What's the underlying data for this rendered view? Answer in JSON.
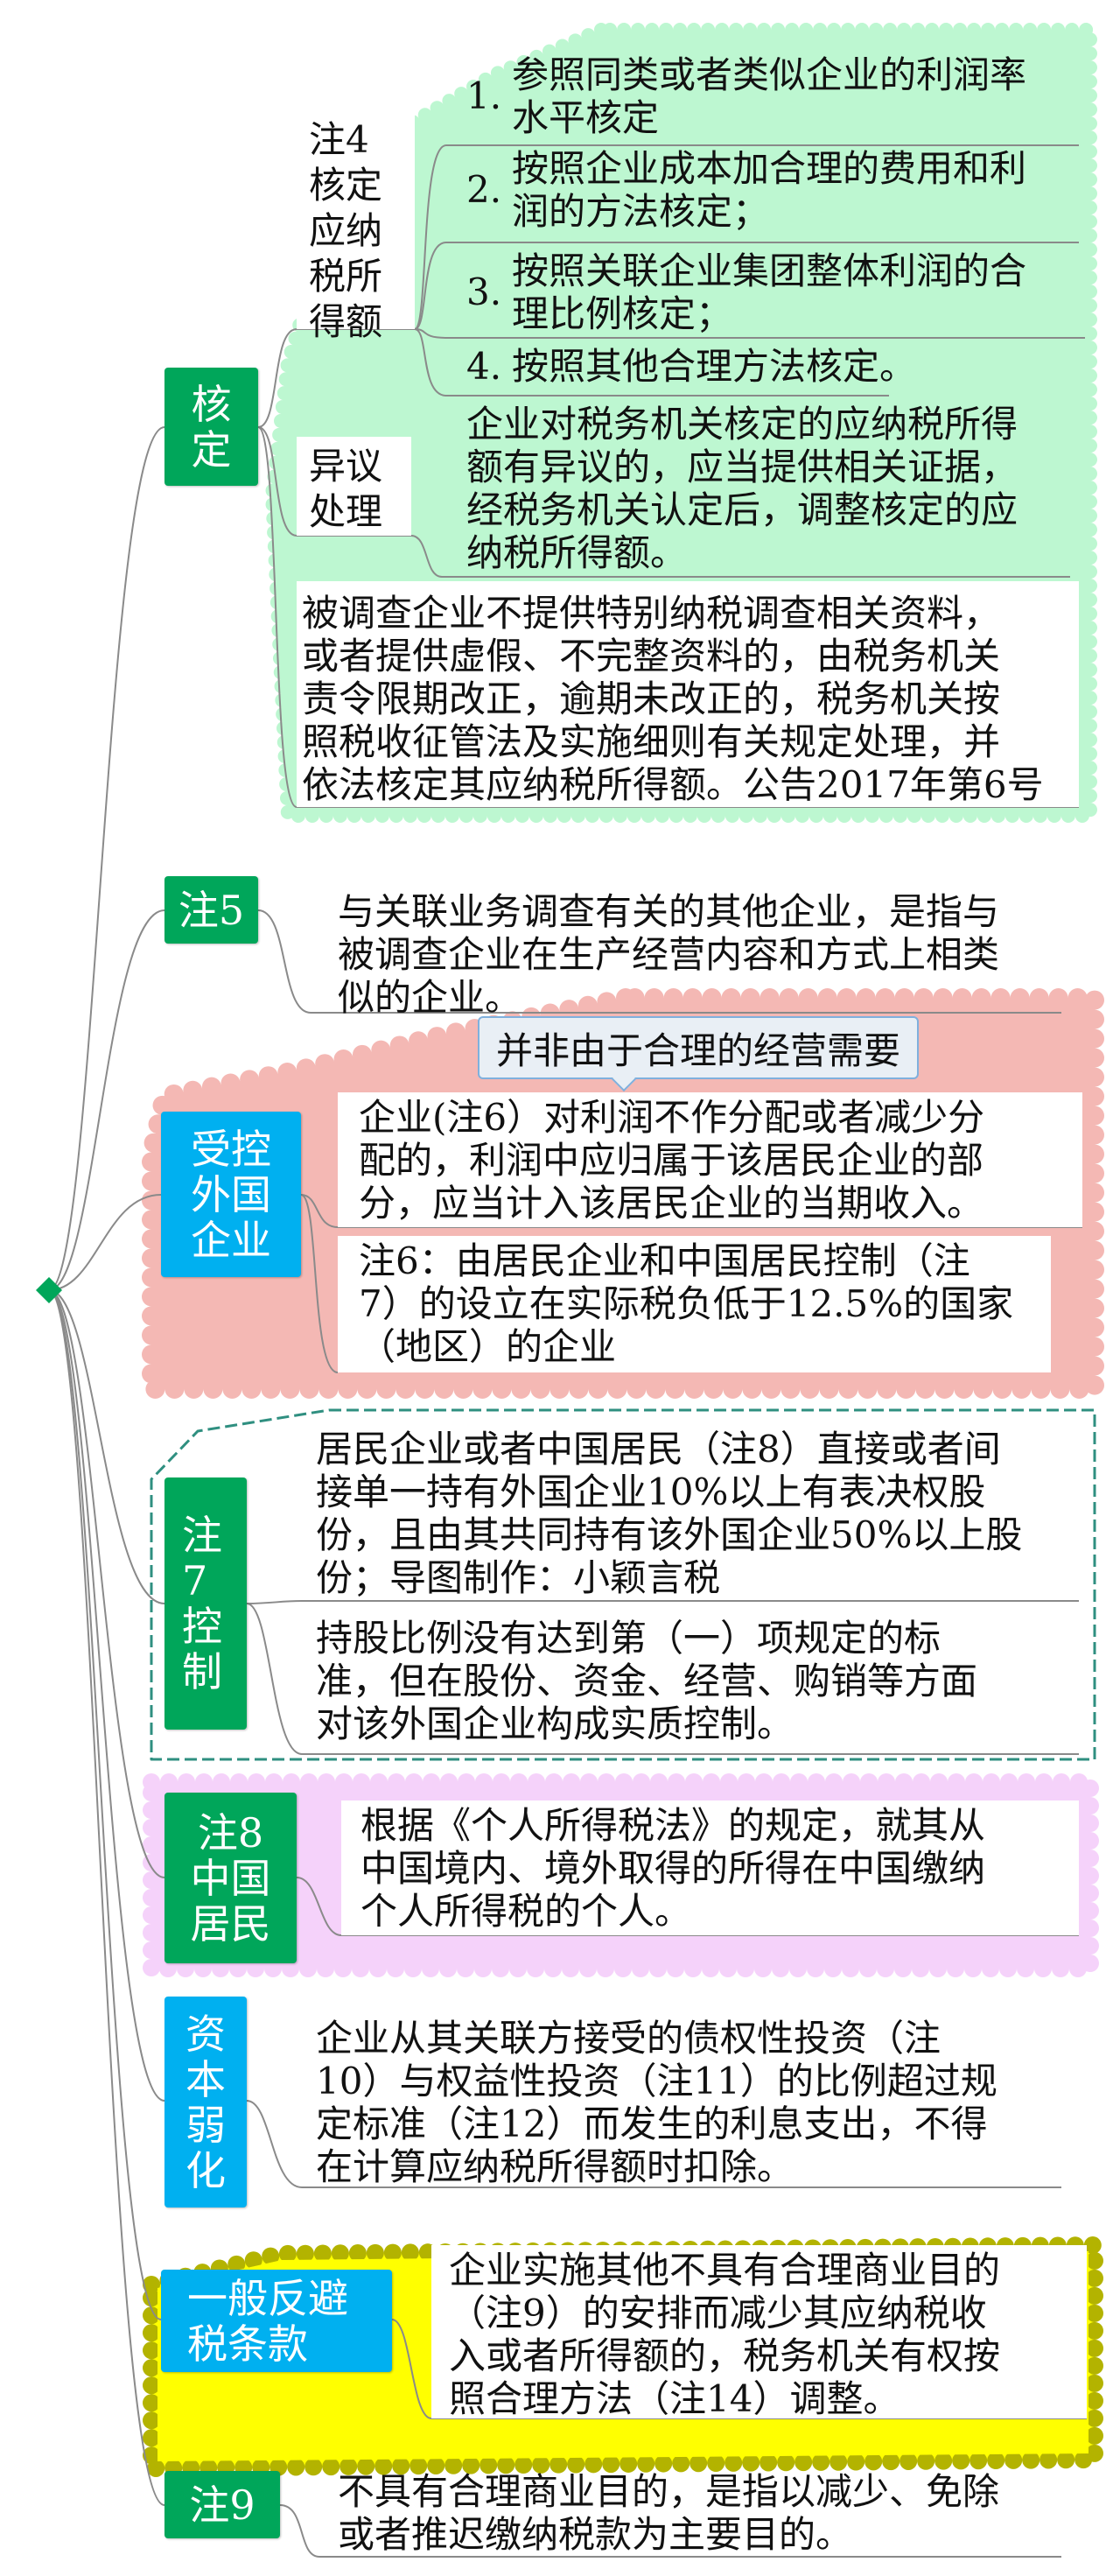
{
  "colors": {
    "green_node": "#00a65a",
    "blue_node": "#00b0f0",
    "green_cloud": "#bdf7d1",
    "pink_cloud": "#f4b8b4",
    "teal_outline": "#2f8f80",
    "lavender_cloud": "#f5d2fa",
    "yellow_cloud": "#ffff00"
  },
  "hedin": {
    "title": [
      "核",
      "定"
    ],
    "note4_label": [
      "注4",
      "核定",
      "应纳",
      "税所",
      "得额"
    ],
    "methods": [
      {
        "num": "1.",
        "lines": [
          "参照同类或者类似企业的利润率",
          "水平核定"
        ]
      },
      {
        "num": "2.",
        "lines": [
          "按照企业成本加合理的费用和利",
          "润的方法核定；"
        ]
      },
      {
        "num": "3.",
        "lines": [
          "按照关联企业集团整体利润的合",
          "理比例核定；"
        ]
      },
      {
        "num": "4.",
        "lines": [
          "按照其他合理方法核定。"
        ]
      }
    ],
    "objection_label": [
      "异议",
      "处理"
    ],
    "objection_text": [
      "企业对税务机关核定的应纳税所得",
      "额有异议的，应当提供相关证据，",
      "经税务机关认定后，调整核定的应",
      "纳税所得额。"
    ],
    "investigation_text": [
      "被调查企业不提供特别纳税调查相关资料，",
      "或者提供虚假、不完整资料的，由税务机关",
      "责令限期改正，逾期未改正的，税务机关按",
      "照税收征管法及实施细则有关规定处理，并",
      "依法核定其应纳税所得额。公告2017年第6号"
    ]
  },
  "note5": {
    "title": "注5",
    "lines": [
      "与关联业务调查有关的其他企业，是指与",
      "被调查企业在生产经营内容和方式上相类",
      "似的企业。"
    ]
  },
  "cfc": {
    "title": [
      "受控",
      "外国",
      "企业"
    ],
    "callout": "并非由于合理的经营需要",
    "text1": [
      "企业(注6）对利润不作分配或者减少分",
      "配的，利润中应归属于该居民企业的部",
      "分，应当计入该居民企业的当期收入。"
    ],
    "text2": [
      "注6：由居民企业和中国居民控制（注",
      "7）的设立在实际税负低于12.5%的国家",
      "（地区）的企业"
    ]
  },
  "note7": {
    "title": [
      "注",
      "7",
      "控",
      "制"
    ],
    "text1": [
      "居民企业或者中国居民（注8）直接或者间",
      "接单一持有外国企业10%以上有表决权股",
      "份，且由其共同持有该外国企业50%以上股",
      "份；导图制作：小颖言税"
    ],
    "text2": [
      "持股比例没有达到第（一）项规定的标",
      "准，但在股份、资金、经营、购销等方面",
      "对该外国企业构成实质控制。"
    ]
  },
  "note8": {
    "title": [
      "注8",
      "中国",
      "居民"
    ],
    "lines": [
      "根据《个人所得税法》的规定，就其从",
      "中国境内、境外取得的所得在中国缴纳",
      "个人所得税的个人。"
    ]
  },
  "thin_cap": {
    "title": [
      "资",
      "本",
      "弱",
      "化"
    ],
    "lines": [
      "企业从其关联方接受的债权性投资（注",
      "10）与权益性投资（注11）的比例超过规",
      "定标准（注12）而发生的利息支出，不得",
      "在计算应纳税所得额时扣除。"
    ]
  },
  "gaar": {
    "title": [
      "一般反避",
      "税条款"
    ],
    "lines": [
      "企业实施其他不具有合理商业目的",
      "（注9）的安排而减少其应纳税收",
      "入或者所得额的，税务机关有权按",
      "照合理方法（注14）调整。"
    ]
  },
  "note9": {
    "title": "注9",
    "lines": [
      "不具有合理商业目的，是指以减少、免除",
      "或者推迟缴纳税款为主要目的。"
    ]
  }
}
